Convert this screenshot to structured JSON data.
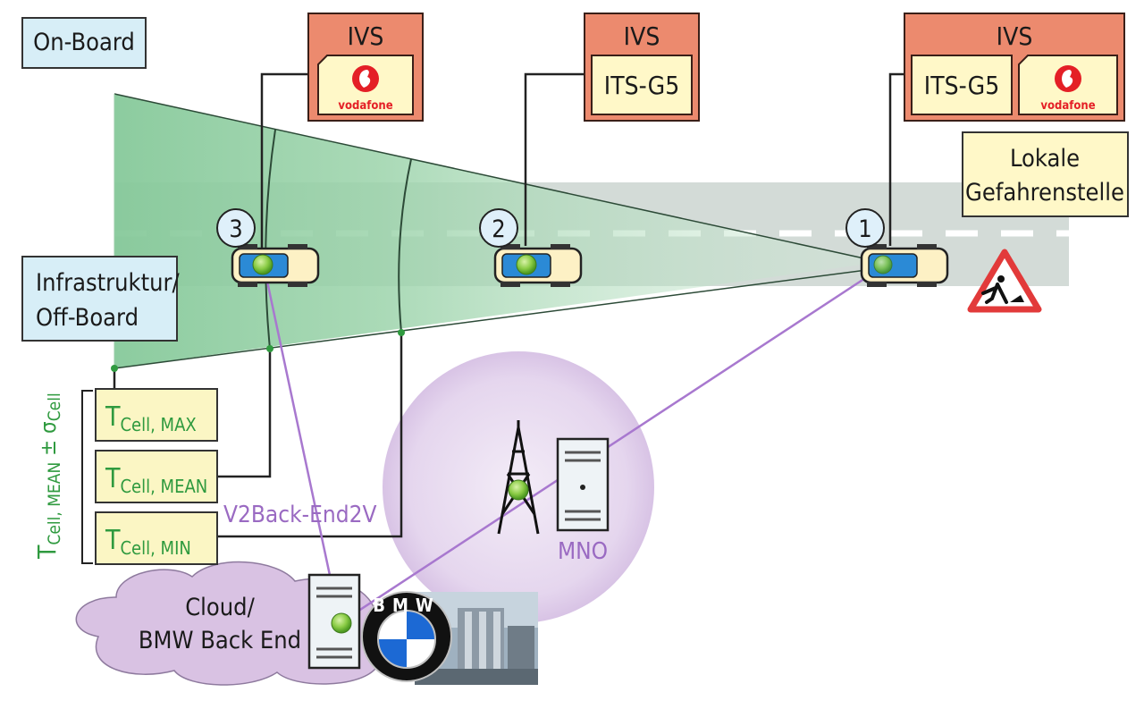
{
  "labels": {
    "on_board": "On-Board",
    "infrastruktur_line1": "Infrastruktur/",
    "infrastruktur_line2": "Off-Board",
    "lokale_line1": "Lokale",
    "lokale_line2": "Gefahrenstelle",
    "cloud_line1": "Cloud/",
    "cloud_line2": "BMW Back End",
    "mno": "MNO",
    "v2backend": "V2Back-End2V"
  },
  "ivs_boxes": [
    {
      "title": "IVS",
      "modules": [
        "vodafone"
      ]
    },
    {
      "title": "IVS",
      "modules": [
        "ITS-G5"
      ]
    },
    {
      "title": "IVS",
      "modules": [
        "ITS-G5",
        "vodafone"
      ]
    }
  ],
  "vodafone_text": "vodafone",
  "vehicles": [
    {
      "number": "3"
    },
    {
      "number": "2"
    },
    {
      "number": "1"
    }
  ],
  "tcell": {
    "max": {
      "main": "T",
      "sub": "Cell, MAX"
    },
    "mean": {
      "main": "T",
      "sub": "Cell, MEAN"
    },
    "min": {
      "main": "T",
      "sub": "Cell, MIN"
    },
    "vertical": {
      "main": "T",
      "sub": "Cell, MEAN",
      "pm": " ± σ",
      "sub2": "Cell"
    }
  },
  "bmw_logo_text": "BMW",
  "colors": {
    "ivs_fill": "#ec8a6e",
    "module_fill": "#fff8c8",
    "label_box_fill": "#d7eef7",
    "tcell_fill": "#fbf6c4",
    "cone_green": "#7cc28e",
    "road_gray": "#cfd8d4",
    "cloud_fill": "#d6bfdf",
    "mno_circle": "#e6d9ee",
    "purple_line": "#a878cf",
    "green_text": "#2f9a3f",
    "warning_red": "#e23a3a"
  },
  "icons": [
    "vodafone-logo-icon",
    "car-icon",
    "cell-tower-icon",
    "server-icon",
    "bmw-logo-icon",
    "roadwork-warning-icon"
  ]
}
